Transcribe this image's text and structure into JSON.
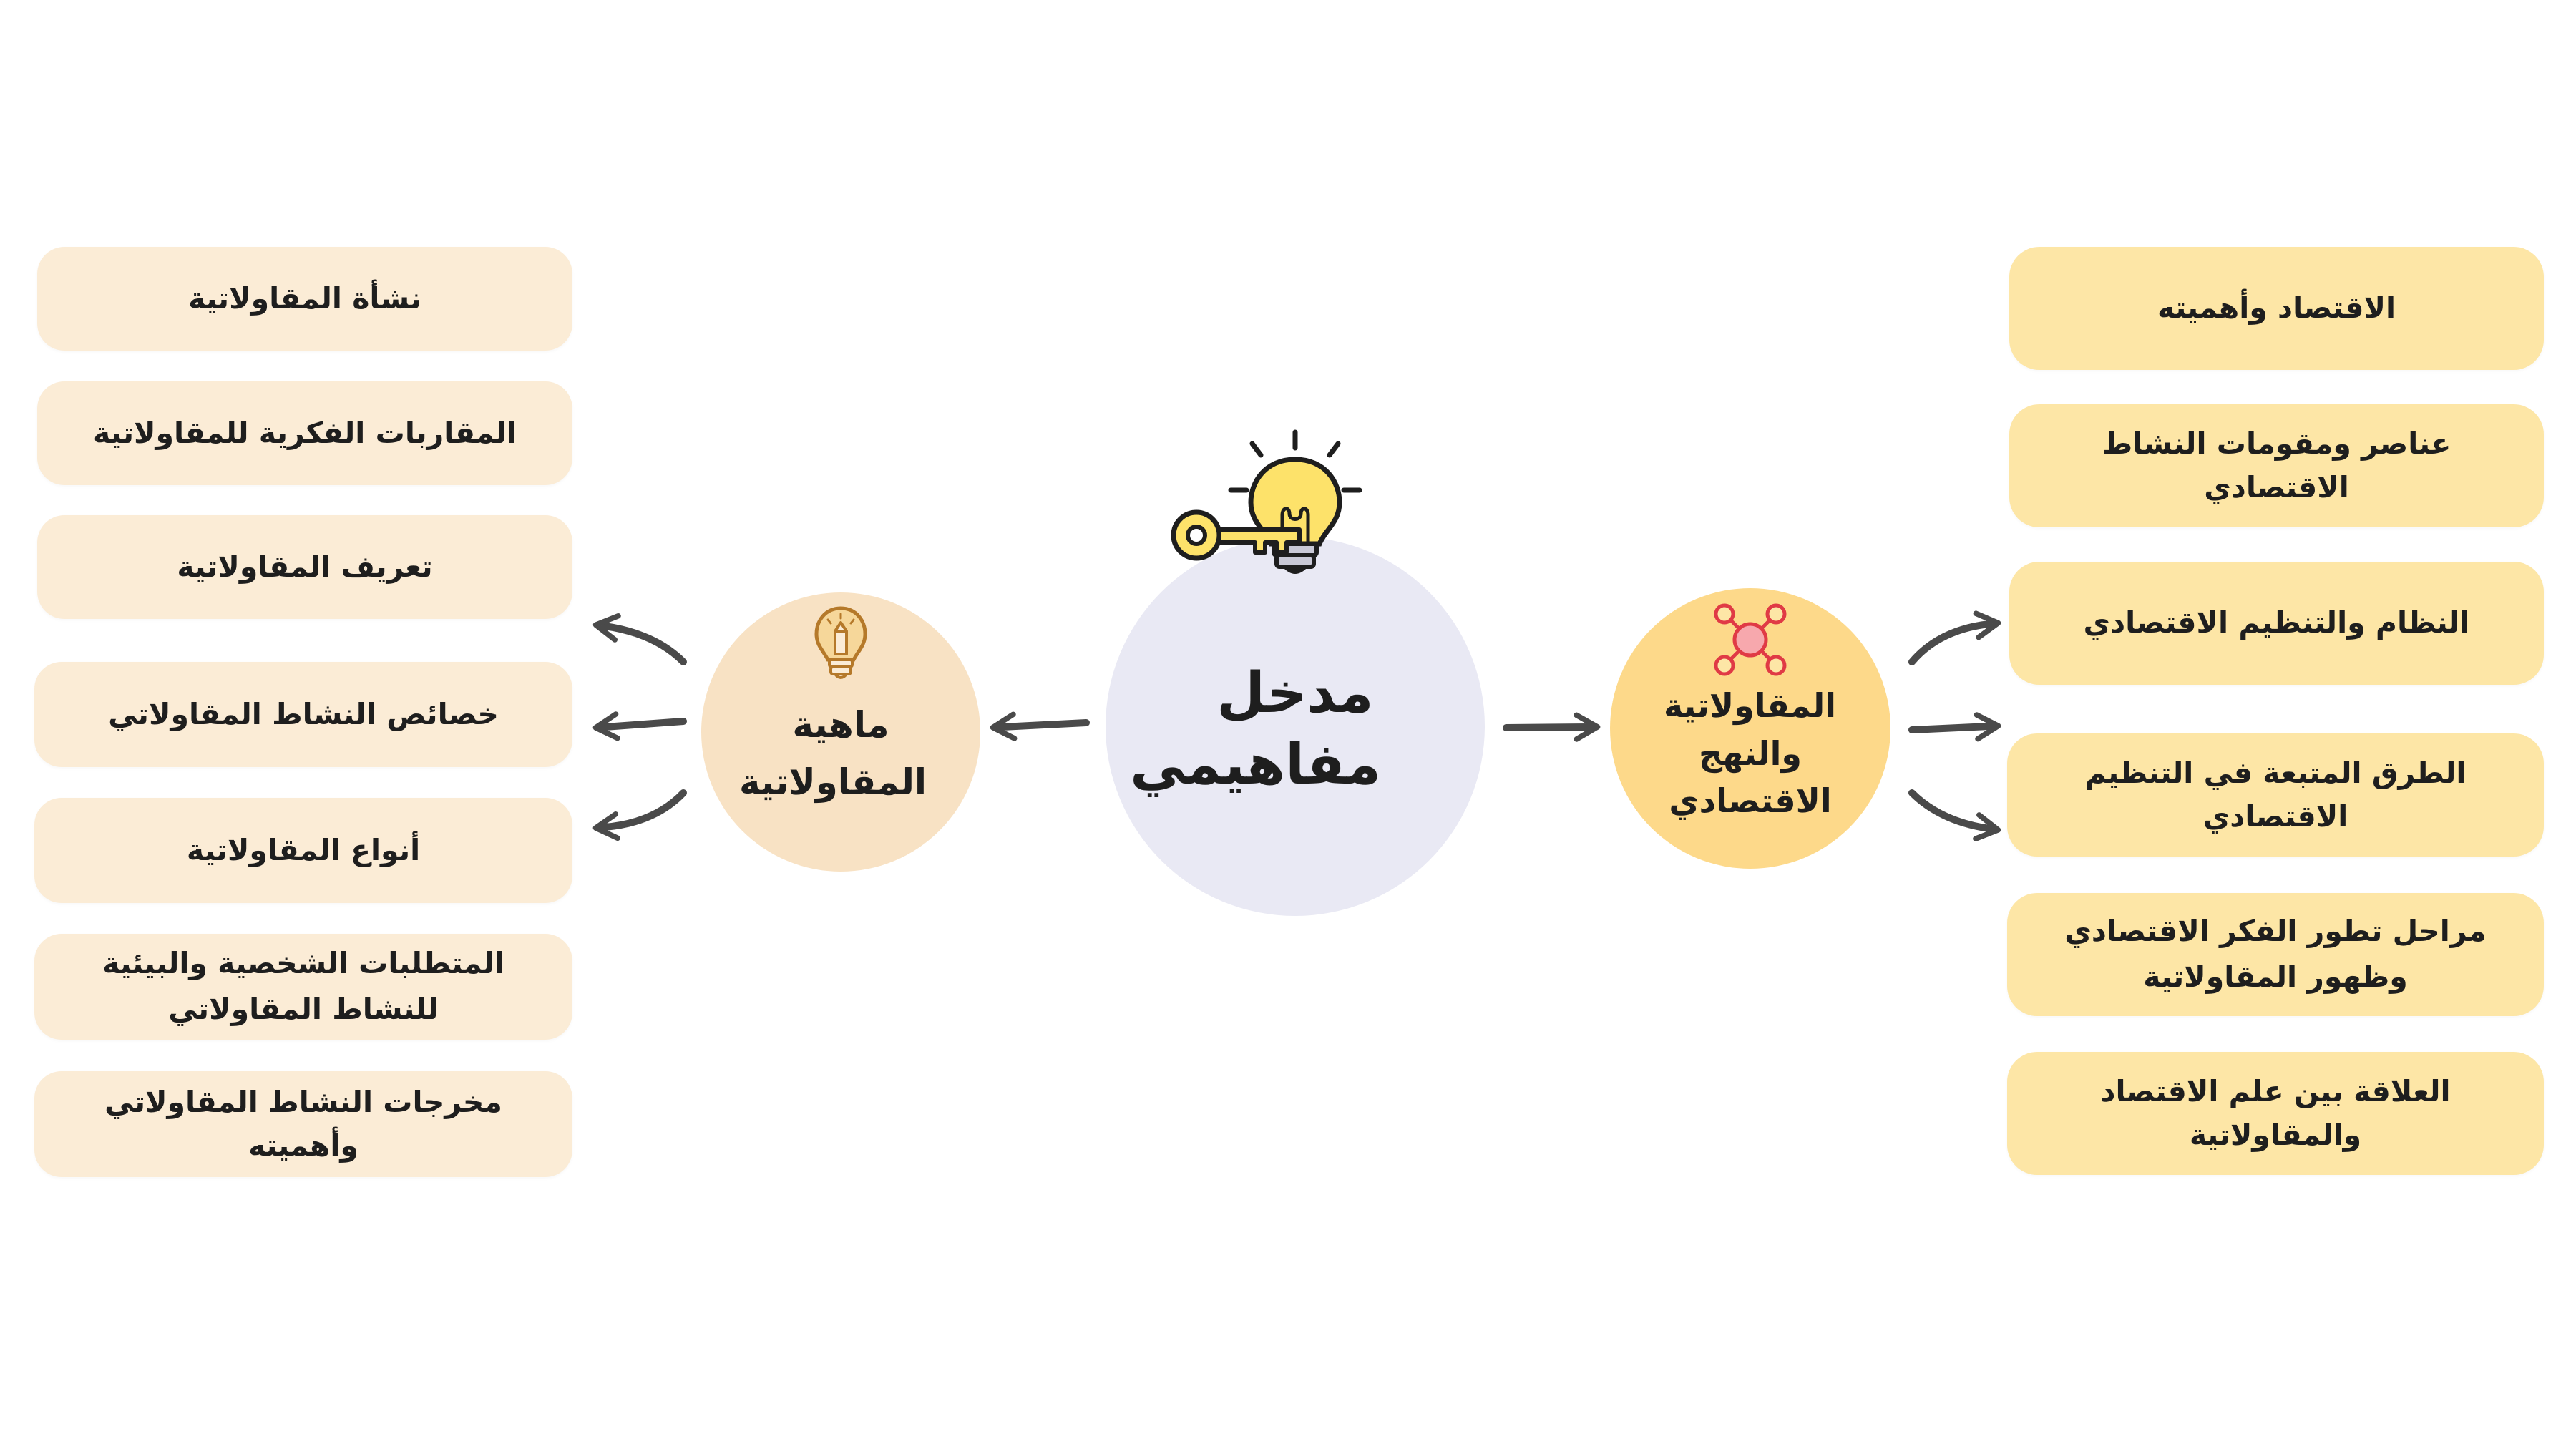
{
  "center": {
    "label": "مدخل مفاهيمي"
  },
  "left_branch": {
    "label": "ماهية المقاولاتية",
    "items": [
      "نشأة المقاولاتية",
      "المقاربات الفكرية للمقاولاتية",
      "تعريف المقاولاتية",
      "خصائص النشاط المقاولاتي",
      "أنواع المقاولاتية",
      "المتطلبات الشخصية والبيئية للنشاط المقاولاتي",
      "مخرجات النشاط المقاولاتي وأهميته"
    ]
  },
  "right_branch": {
    "label": "المقاولاتية والنهج الاقتصادي",
    "items": [
      "الاقتصاد وأهميته",
      "عناصر ومقومات النشاط الاقتصادي",
      "النظام والتنظيم الاقتصادي",
      "الطرق المتبعة في التنظيم الاقتصادي",
      "مراحل تطور الفكر الاقتصادي وظهور المقاولاتية",
      "العلاقة بين علم الاقتصاد والمقاولاتية"
    ]
  },
  "icons": {
    "center": "lightbulb-key-icon",
    "left": "lightbulb-pencil-icon",
    "right": "network-nodes-icon"
  },
  "colors": {
    "center_circle": "#e9e9f4",
    "left_circle": "#f8e2c4",
    "right_circle": "#fdd98a",
    "left_pill": "#fbecd6",
    "right_pill": "#fde6a6",
    "arrow": "#4a4a4a",
    "text": "#1e1e1e"
  }
}
